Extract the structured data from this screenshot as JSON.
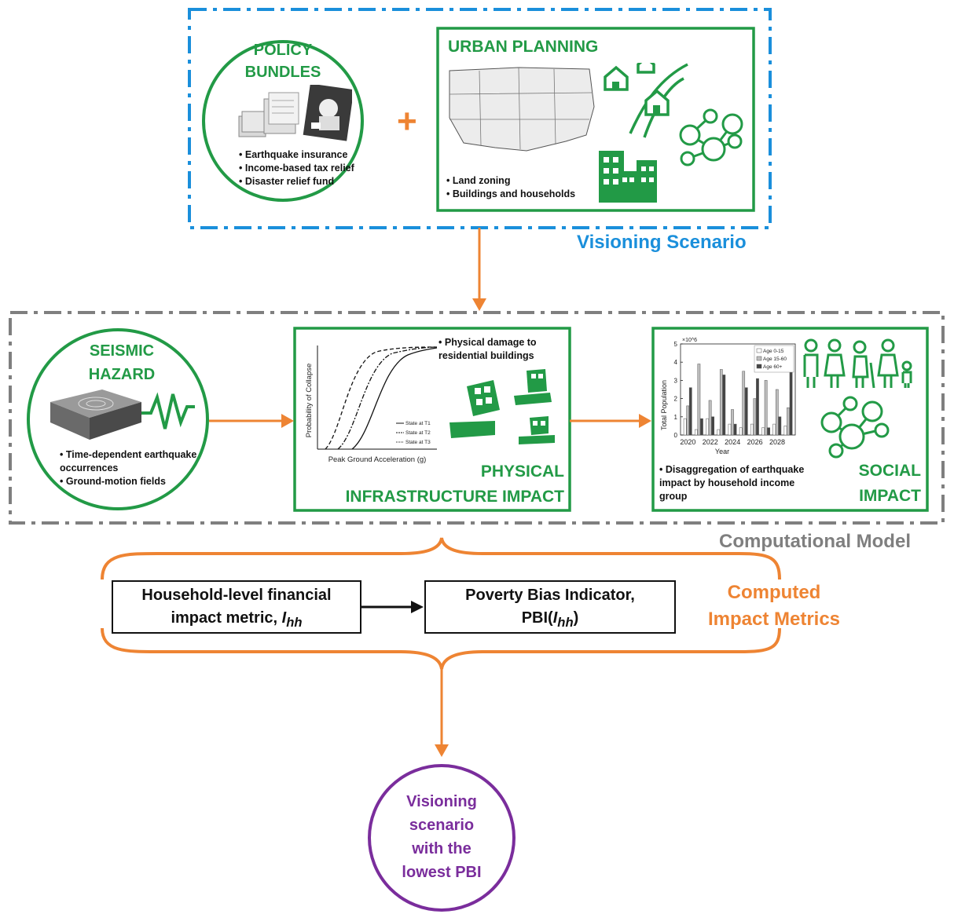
{
  "policy": {
    "title_line1": "POLICY",
    "title_line2": "BUNDLES",
    "bullets": [
      "Earthquake insurance",
      "Income-based tax relief",
      "Disaster relief fund"
    ]
  },
  "plus_sign": "+",
  "urban": {
    "title": "URBAN PLANNING",
    "bullets": [
      "Land zoning",
      "Buildings and households"
    ]
  },
  "visioning_label": "Visioning Scenario",
  "seismic": {
    "title_line1": "SEISMIC",
    "title_line2": "HAZARD",
    "bullets": [
      "Time-dependent earthquake occurrences",
      "Ground-motion fields"
    ]
  },
  "physical": {
    "bullet": "Physical damage to residential buildings",
    "title_line1": "PHYSICAL",
    "title_line2": "INFRASTRUCTURE IMPACT",
    "chart": {
      "ylabel": "Probability of Collapse",
      "xlabel": "Peak Ground Acceleration (g)",
      "legend": [
        "State at T1",
        "State at T2",
        "State at T3"
      ]
    }
  },
  "social": {
    "bullet": "Disaggregation of earthquake impact by household income group",
    "title_line1": "SOCIAL",
    "title_line2": "IMPACT"
  },
  "computational_label": "Computational Model",
  "metrics": {
    "box1_line1": "Household-level financial",
    "box1_line2_prefix": "impact metric, ",
    "box1_symbol": "I",
    "box1_sub": "hh",
    "box2_line1": "Poverty Bias Indicator,",
    "box2_line2_prefix": "PBI(",
    "box2_symbol": "I",
    "box2_sub": "hh",
    "box2_suffix": ")",
    "label_line1": "Computed",
    "label_line2": "Impact Metrics"
  },
  "final": {
    "lines": [
      "Visioning",
      "scenario",
      "with the",
      "lowest PBI"
    ]
  },
  "chart_data": {
    "type": "bar",
    "x": [
      2020,
      2021,
      2022,
      2023,
      2024,
      2025,
      2026,
      2027,
      2028,
      2029
    ],
    "x_tick_labels": [
      "2020",
      "2022",
      "2024",
      "2026",
      "2028"
    ],
    "xlabel": "Year",
    "ylabel": "Total Population",
    "y_multiplier": "×10^6",
    "ylim": [
      0,
      5
    ],
    "y_ticks": [
      "0",
      "1",
      "2",
      "3",
      "4",
      "5"
    ],
    "series": [
      {
        "name": "Age 0-15",
        "values": [
          0.9,
          0.3,
          0.9,
          0.3,
          0.6,
          0.4,
          0.6,
          0.4,
          0.6,
          0.5
        ],
        "color": "#ffffff"
      },
      {
        "name": "Age 15-60",
        "values": [
          1.6,
          3.9,
          1.9,
          3.6,
          1.4,
          3.5,
          2.0,
          3.0,
          2.5,
          1.5
        ],
        "color": "#bfbfbf"
      },
      {
        "name": "Age 60+",
        "values": [
          2.6,
          0.9,
          1.0,
          3.3,
          0.6,
          2.6,
          3.1,
          0.4,
          1.0,
          3.5
        ],
        "color": "#444444"
      }
    ],
    "legend_position": "top-right"
  },
  "colors": {
    "green": "#229a46",
    "blue_dash": "#1a8fdb",
    "gray_dash": "#7f7f7f",
    "orange": "#ee8433",
    "purple": "#7a2d9c"
  }
}
